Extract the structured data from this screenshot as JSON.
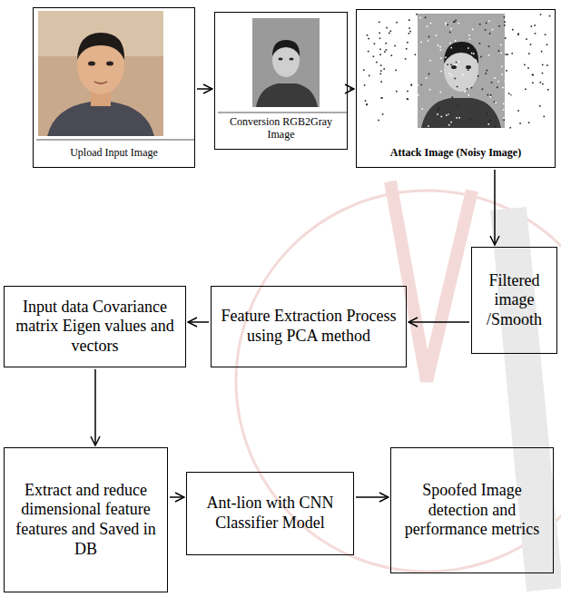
{
  "diagram": {
    "nodes": [
      {
        "text": [
          "Upload Input Image"
        ]
      },
      {
        "text": [
          "Conversion RGB2Gray Image"
        ]
      },
      {
        "text": [
          "Attack Image (Noisy Image)"
        ]
      },
      {
        "text": [
          "Filtered image /Smooth"
        ]
      },
      {
        "text": [
          "Feature Extraction Process using PCA method"
        ]
      },
      {
        "text": [
          "Input data Covariance matrix Eigen values and vectors"
        ]
      },
      {
        "text": [
          "Extract and reduce dimensional feature features and Saved in DB"
        ]
      },
      {
        "text": [
          "Ant-lion with CNN Classifier Model"
        ]
      },
      {
        "text": [
          "Spoofed Image detection and performance metrics"
        ]
      }
    ],
    "edges": [
      {
        "from": 0,
        "to": 1,
        "arrow": "to"
      },
      {
        "from": 1,
        "to": 2,
        "arrow": "to"
      },
      {
        "from": 2,
        "to": 3,
        "arrow": "to"
      },
      {
        "from": 3,
        "to": 4,
        "arrow": "to"
      },
      {
        "from": 4,
        "to": 5,
        "arrow": "to"
      },
      {
        "from": 5,
        "to": 6,
        "arrow": "to"
      },
      {
        "from": 6,
        "to": 7,
        "arrow": "to"
      },
      {
        "from": 7,
        "to": 8,
        "arrow": "to"
      }
    ]
  }
}
